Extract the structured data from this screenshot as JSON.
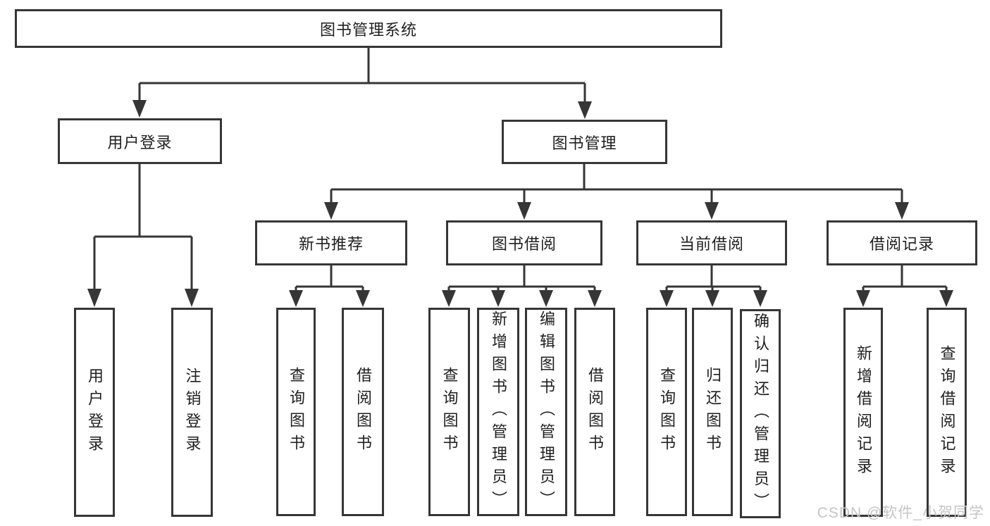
{
  "diagram": {
    "type": "hierarchy-tree",
    "title": "图书管理系统",
    "branches": [
      {
        "label": "用户登录",
        "children": [
          {
            "label": "用户登录"
          },
          {
            "label": "注销登录"
          }
        ]
      },
      {
        "label": "图书管理",
        "children": [
          {
            "label": "新书推荐",
            "children": [
              {
                "label": "查询图书"
              },
              {
                "label": "借阅图书"
              }
            ]
          },
          {
            "label": "图书借阅",
            "children": [
              {
                "label": "查询图书"
              },
              {
                "label": "新增图书（管理员）"
              },
              {
                "label": "编辑图书（管理员）"
              },
              {
                "label": "借阅图书"
              }
            ]
          },
          {
            "label": "当前借阅",
            "children": [
              {
                "label": "查询图书"
              },
              {
                "label": "归还图书"
              },
              {
                "label": "确认归还（管理员）"
              }
            ]
          },
          {
            "label": "借阅记录",
            "children": [
              {
                "label": "新增借阅记录"
              },
              {
                "label": "查询借阅记录"
              }
            ]
          }
        ]
      }
    ]
  },
  "watermark": {
    "text": "CSDN @软件_小贺同学"
  },
  "colors": {
    "line": "#363636",
    "box_border": "#363636",
    "text": "#1f1f1f",
    "watermark": "#c5c5c5",
    "background": "#ffffff"
  }
}
